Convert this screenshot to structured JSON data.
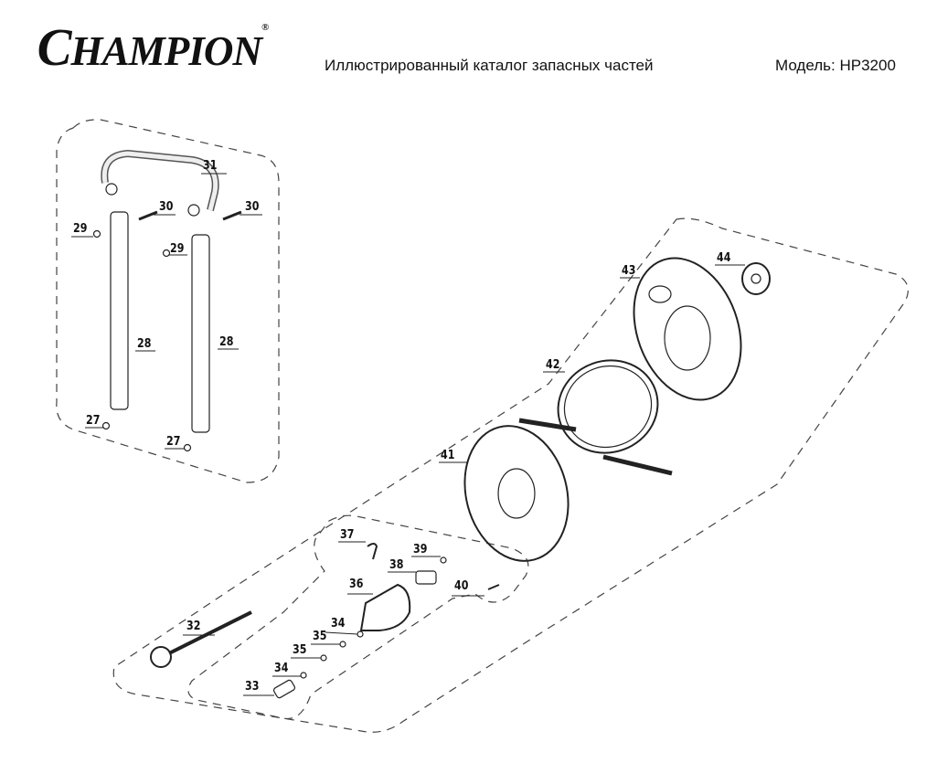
{
  "header": {
    "brand": "CHAMPION",
    "brand_mark": "®",
    "catalog_title": "Иллюстрированный каталог запасных частей",
    "model": "Модель: HP3200"
  },
  "parts": [
    "27",
    "27",
    "28",
    "28",
    "29",
    "29",
    "30",
    "30",
    "31",
    "32",
    "33",
    "34",
    "34",
    "35",
    "35",
    "36",
    "37",
    "38",
    "39",
    "40",
    "41",
    "42",
    "43",
    "44"
  ]
}
